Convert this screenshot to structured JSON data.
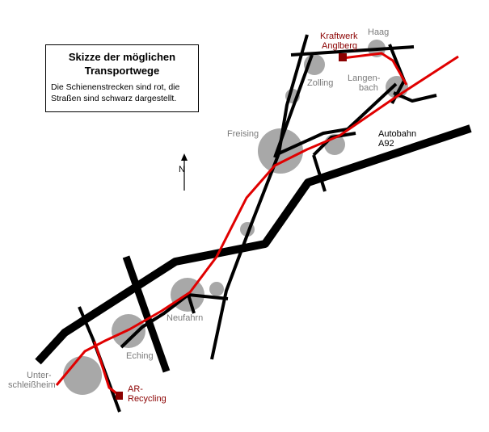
{
  "legend": {
    "title": "Skizze der möglichen Transportwege",
    "text": "Die Schienenstrecken sind rot, die Straßen sind schwarz dargestellt."
  },
  "north_label": "N",
  "towns": {
    "haag": "Haag",
    "zolling": "Zolling",
    "langenbach_1": "Langen-",
    "langenbach_2": "bach",
    "freising": "Freising",
    "neufahrn": "Neufahrn",
    "eching": "Eching",
    "unterschleissheim_1": "Unter-",
    "unterschleissheim_2": "schleißheim"
  },
  "sites": {
    "kraftwerk_1": "Kraftwerk",
    "kraftwerk_2": "Anglberg",
    "recycling_1": "AR-",
    "recycling_2": "Recycling"
  },
  "motorway": {
    "label_1": "Autobahn",
    "label_2": "A92"
  },
  "colors": {
    "rail": "#e00000",
    "road": "#000000",
    "town": "#a8a8a8",
    "site": "#8b0000",
    "town_text": "#7a7a7a"
  }
}
